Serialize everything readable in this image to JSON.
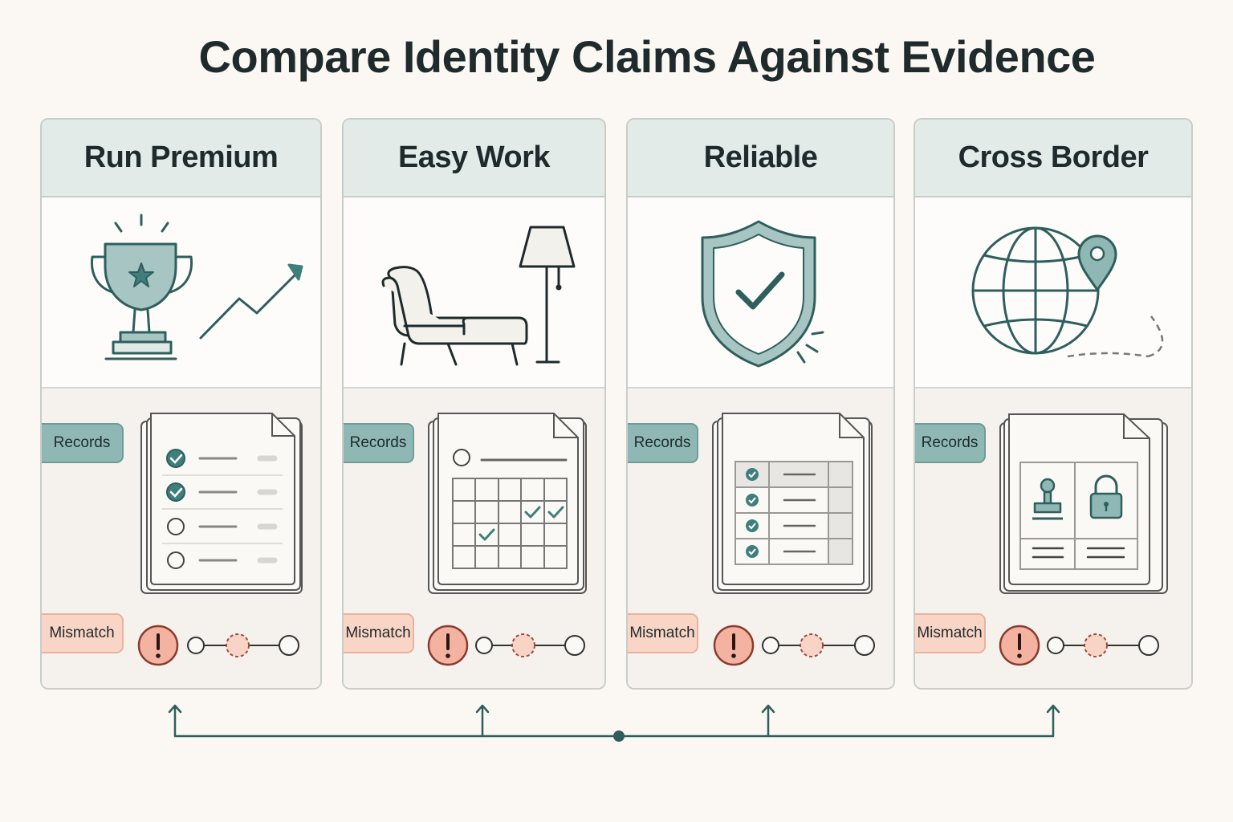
{
  "title": "Compare Identity Claims Against Evidence",
  "colors": {
    "teal_dark": "#2e5f5c",
    "teal_accent": "#3f7f7b",
    "teal_chip": "#8fb8b5",
    "mismatch_fill": "#f4b3a0",
    "mismatch_chip": "#f9d5c6",
    "alert_border": "#8a3a2e"
  },
  "cards": [
    {
      "title": "Run Premium",
      "icon": "trophy-growth-icon",
      "evidence": "checklist-document-icon",
      "records_label": "Records",
      "mismatch_label": "Mismatch"
    },
    {
      "title": "Easy Work",
      "icon": "chaise-lounge-lamp-icon",
      "evidence": "calendar-document-icon",
      "records_label": "Records",
      "mismatch_label": "Mismatch"
    },
    {
      "title": "Reliable",
      "icon": "shield-check-icon",
      "evidence": "table-document-icon",
      "records_label": "Records",
      "mismatch_label": "Mismatch"
    },
    {
      "title": "Cross Border",
      "icon": "globe-pin-icon",
      "evidence": "stamp-lock-document-icon",
      "records_label": "Records",
      "mismatch_label": "Mismatch"
    }
  ]
}
